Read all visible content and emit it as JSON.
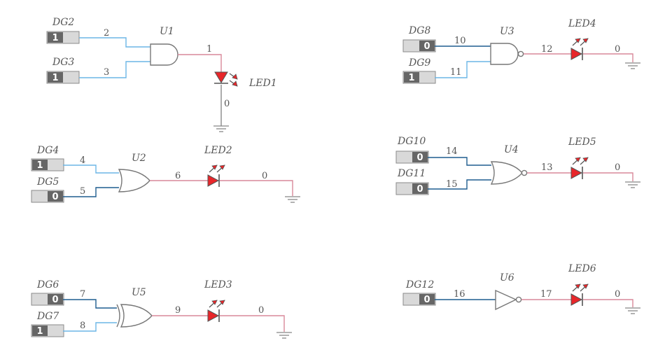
{
  "colors": {
    "wire_high": "#6cb6e6",
    "wire_low": "#1f5d8f",
    "wire_out": "#d9899a",
    "wire_gray": "#888888",
    "led_red": "#e8262a",
    "switch_dark": "#666666"
  },
  "switches": [
    {
      "id": "DG2",
      "label": "DG2",
      "value": "1"
    },
    {
      "id": "DG3",
      "label": "DG3",
      "value": "1"
    },
    {
      "id": "DG4",
      "label": "DG4",
      "value": "1"
    },
    {
      "id": "DG5",
      "label": "DG5",
      "value": "0"
    },
    {
      "id": "DG6",
      "label": "DG6",
      "value": "0"
    },
    {
      "id": "DG7",
      "label": "DG7",
      "value": "1"
    },
    {
      "id": "DG8",
      "label": "DG8",
      "value": "0"
    },
    {
      "id": "DG9",
      "label": "DG9",
      "value": "1"
    },
    {
      "id": "DG10",
      "label": "DG10",
      "value": "0"
    },
    {
      "id": "DG11",
      "label": "DG11",
      "value": "0"
    },
    {
      "id": "DG12",
      "label": "DG12",
      "value": "0"
    }
  ],
  "gates": [
    {
      "id": "U1",
      "label": "U1",
      "kind": "and"
    },
    {
      "id": "U2",
      "label": "U2",
      "kind": "or"
    },
    {
      "id": "U3",
      "label": "U3",
      "kind": "nand"
    },
    {
      "id": "U4",
      "label": "U4",
      "kind": "nor"
    },
    {
      "id": "U5",
      "label": "U5",
      "kind": "xor"
    },
    {
      "id": "U6",
      "label": "U6",
      "kind": "not"
    }
  ],
  "leds": [
    {
      "id": "LED1",
      "label": "LED1"
    },
    {
      "id": "LED2",
      "label": "LED2"
    },
    {
      "id": "LED3",
      "label": "LED3"
    },
    {
      "id": "LED4",
      "label": "LED4"
    },
    {
      "id": "LED5",
      "label": "LED5"
    },
    {
      "id": "LED6",
      "label": "LED6"
    }
  ],
  "nets": [
    "2",
    "3",
    "1",
    "0",
    "4",
    "5",
    "6",
    "0",
    "7",
    "8",
    "9",
    "0",
    "10",
    "11",
    "12",
    "0",
    "14",
    "15",
    "13",
    "0",
    "16",
    "17",
    "0"
  ]
}
